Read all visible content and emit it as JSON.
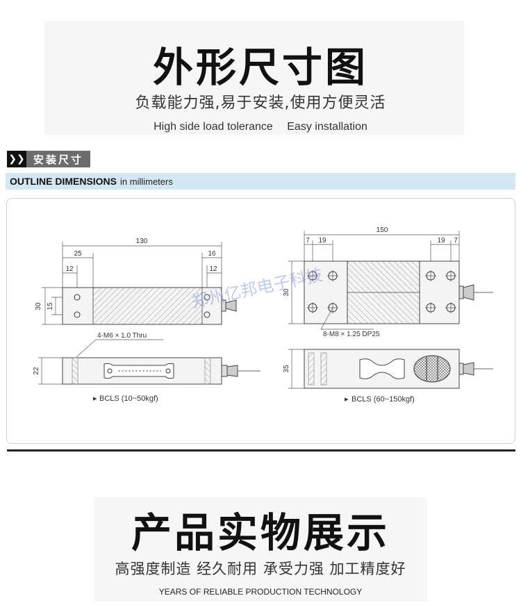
{
  "header": {
    "title": "外形尺寸图",
    "subtitle": "负载能力强,易于安装,使用方便灵活",
    "features": [
      "High side load tolerance",
      "Easy installation"
    ]
  },
  "install_section": {
    "tag_icon": "double-chevron-icon",
    "tag_label": "安装尺寸",
    "bar_bold": "OUTLINE DIMENSIONS",
    "bar_normal": "in millimeters"
  },
  "drawing_small": {
    "overall_length": "130",
    "left_offset": "25",
    "right_offset": "16",
    "left_hole": "12",
    "right_hole": "12",
    "height": "30",
    "hole_spacing": "15",
    "side_height": "22",
    "thread_note": "4-M6 × 1.0 Thru",
    "caption": "BCLS (10~50kgf)"
  },
  "drawing_large": {
    "overall_length": "150",
    "left_edge": "7",
    "left_hole": "19",
    "right_hole": "19",
    "right_edge": "7",
    "height": "30",
    "side_height": "35",
    "thread_note": "8-M8 × 1.25 DP25",
    "caption": "BCLS (60~150kgf)"
  },
  "watermark": "郑州亿邦电子科技",
  "footer": {
    "title": "产品实物展示",
    "subtitle": "高强度制造 经久耐用 承受力强 加工精度好",
    "tagline": "YEARS OF RELIABLE PRODUCTION TECHNOLOGY"
  },
  "colors": {
    "bar_background": "#d3e7f2",
    "tag_background": "#6d6d6d",
    "body_fill": "#f0f0f0"
  }
}
